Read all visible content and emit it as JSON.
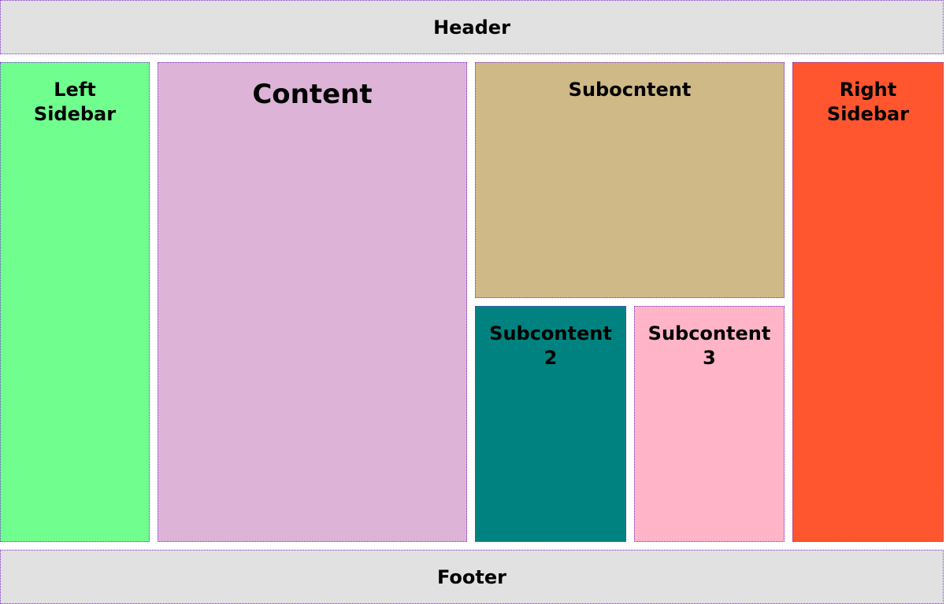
{
  "header": {
    "label": "Header"
  },
  "left_sidebar": {
    "line1": "Left",
    "line2": "Sidebar"
  },
  "content": {
    "label": "Content"
  },
  "subcontent_1": {
    "label": "Subocntent"
  },
  "subcontent_2": {
    "line1": "Subcontent",
    "line2": "2"
  },
  "subcontent_3": {
    "line1": "Subcontent",
    "line2": "3"
  },
  "right_sidebar": {
    "line1": "Right",
    "line2": "Sidebar"
  },
  "footer": {
    "label": "Footer"
  },
  "colors": {
    "header_footer": "#e1e1e1",
    "left_sidebar": "#70ff8e",
    "content": "#ddb4d8",
    "subcontent_1": "#ceb987",
    "subcontent_2": "#008380",
    "subcontent_3": "#ffb4c8",
    "right_sidebar": "#ff5630"
  }
}
